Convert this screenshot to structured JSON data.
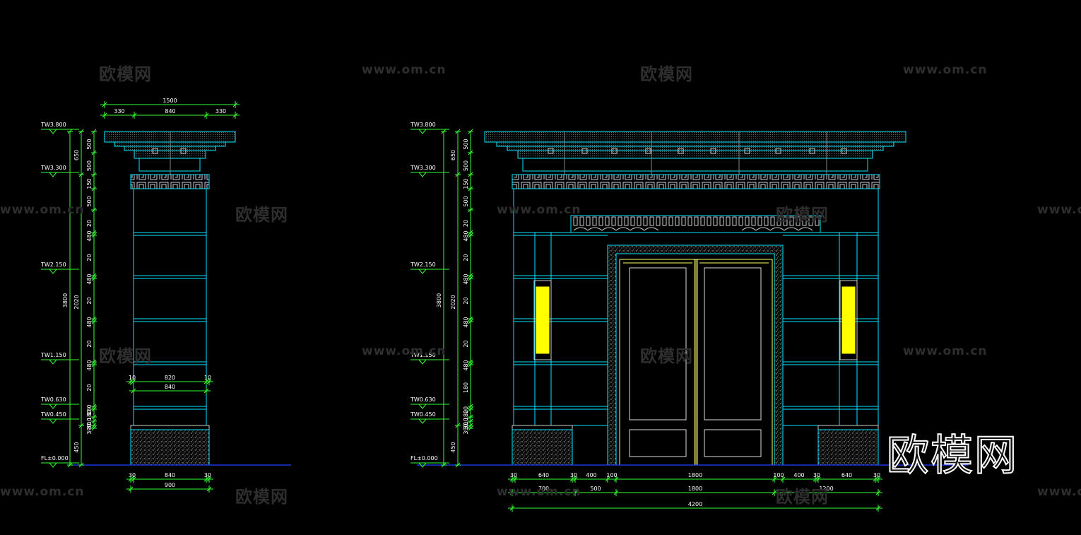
{
  "watermark": {
    "text": "欧模网",
    "url": "www.om.cn",
    "brand": "欧模网"
  },
  "colors": {
    "bg": "#000000",
    "outline": "#00e5ff",
    "dim": "#33ff33",
    "text": "#ffffff",
    "lamp": "#ffff00",
    "door": "#ffff66",
    "ground": "#2040ff"
  },
  "levels": {
    "left": [
      "TW3.800",
      "TW3.300",
      "TW2.150",
      "TW1.150",
      "TW0.630",
      "TW0.450",
      "FL±0.000"
    ],
    "right": [
      "TW3.800",
      "TW3.300",
      "TW2.150",
      "TW1.150",
      "TW0.630",
      "TW0.450",
      "FL±0.000"
    ]
  },
  "column_elevation": {
    "top_dims": [
      "1500",
      "330",
      "840",
      "330"
    ],
    "overall_height": "3800",
    "sub_heights": [
      "650",
      "2020",
      "450"
    ],
    "segment_heights": [
      "500",
      "500",
      "150",
      "500",
      "20",
      "480",
      "20",
      "480",
      "20",
      "480",
      "20",
      "480",
      "20",
      "180",
      "180",
      "10",
      "50",
      "390"
    ],
    "mid_dims": [
      "10",
      "820",
      "10",
      "840"
    ],
    "base_dims": [
      "30",
      "840",
      "30",
      "900"
    ]
  },
  "gate_elevation": {
    "overall_height": "3800",
    "sub_heights": [
      "650",
      "2020",
      "450"
    ],
    "segment_heights": [
      "500",
      "500",
      "150",
      "500",
      "20",
      "480",
      "20",
      "480",
      "20",
      "480",
      "20",
      "480",
      "180",
      "20",
      "180",
      "10",
      "50",
      "390"
    ],
    "bottom_row1": [
      "30",
      "640",
      "30",
      "400",
      "100",
      "1800",
      "100",
      "400",
      "30",
      "640",
      "30"
    ],
    "bottom_row2": [
      "700",
      "500",
      "1800",
      "1200"
    ],
    "overall_width": "4200"
  }
}
